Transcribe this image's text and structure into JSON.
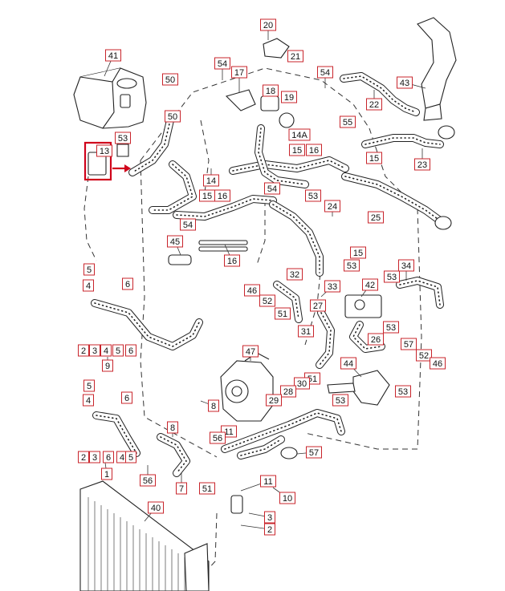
{
  "labels": {
    "l1": "1",
    "l2a": "2",
    "l3a": "3",
    "l4a": "4",
    "l5a": "5",
    "l6a": "6",
    "l2b": "2",
    "l3b": "3",
    "l4b": "4",
    "l5b": "5",
    "l6b": "6",
    "l9": "9",
    "l5c": "5",
    "l4c": "4",
    "l6c": "6",
    "l2c": "2",
    "l3c": "3",
    "l6d": "6",
    "l4d": "4",
    "l5d": "5",
    "l2e": "2",
    "l3e": "3",
    "l7": "7",
    "l8a": "8",
    "l8b": "8",
    "l10": "10",
    "l11a": "11",
    "l11b": "11",
    "l13": "13",
    "l14": "14",
    "l14A": "14A",
    "l15a": "15",
    "l15b": "15",
    "l15c": "15",
    "l15d": "15",
    "l16a": "16",
    "l16b": "16",
    "l16c": "16",
    "l17": "17",
    "l18": "18",
    "l19": "19",
    "l20": "20",
    "l21": "21",
    "l22": "22",
    "l23": "23",
    "l24": "24",
    "l25": "25",
    "l26": "26",
    "l27": "27",
    "l28": "28",
    "l29": "29",
    "l30": "30",
    "l31": "31",
    "l32": "32",
    "l33": "33",
    "l34": "34",
    "l40": "40",
    "l41": "41",
    "l42": "42",
    "l43": "43",
    "l44": "44",
    "l45": "45",
    "l46a": "46",
    "l46b": "46",
    "l47": "47",
    "l50a": "50",
    "l50b": "50",
    "l51a": "51",
    "l51b": "51",
    "l51c": "51",
    "l52a": "52",
    "l52b": "52",
    "l53a": "53",
    "l53b": "53",
    "l53c": "53",
    "l53d": "53",
    "l53e": "53",
    "l53f": "53",
    "l53g": "53",
    "l54a": "54",
    "l54b": "54",
    "l54c": "54",
    "l54d": "54",
    "l55": "55",
    "l56a": "56",
    "l56b": "56",
    "l57a": "57",
    "l57b": "57"
  }
}
